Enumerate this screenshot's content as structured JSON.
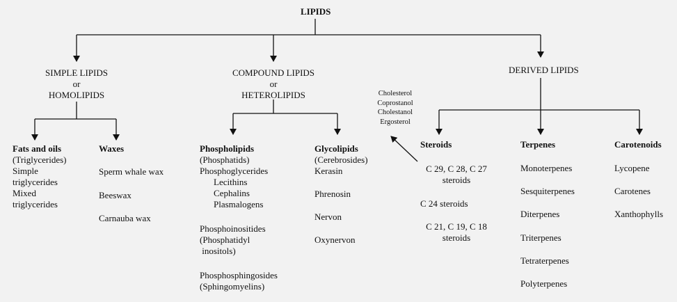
{
  "root": "LIPIDS",
  "simple": {
    "heading": [
      "SIMPLE LIPIDS",
      "or",
      "HOMOLIPIDS"
    ],
    "fats": {
      "title": "Fats and oils",
      "lines": [
        "(Triglycerides)",
        "Simple",
        "triglycerides",
        "Mixed",
        "triglycerides"
      ]
    },
    "waxes": {
      "title": "Waxes",
      "items": [
        "Sperm whale wax",
        "Beeswax",
        "Carnauba wax"
      ]
    }
  },
  "compound": {
    "heading": [
      "COMPOUND LIPIDS",
      "or",
      "HETEROLIPIDS"
    ],
    "phospho": {
      "title": "Phospholipids",
      "sub": "(Phosphatids)",
      "pg": "Phosphoglycerides",
      "pg_items": [
        "Lecithins",
        "Cephalins",
        "Plasmalogens"
      ],
      "pi": [
        "Phosphoinositides",
        "(Phosphatidyl",
        " inositols)"
      ],
      "ps": [
        "Phosphosphingosides",
        "(Sphingomyelins)"
      ]
    },
    "glyco": {
      "title": "Glycolipids",
      "sub": "(Cerebrosides)",
      "items": [
        "Kerasin",
        "Phrenosin",
        "Nervon",
        "Oxynervon"
      ]
    }
  },
  "derived": {
    "heading": "DERIVED LIPIDS",
    "sterols": [
      "Cholesterol",
      "Coprostanol",
      "Cholestanol",
      "Ergosterol"
    ],
    "steroids": {
      "title": "Steroids",
      "items": [
        [
          "C 29, C 28, C 27",
          "steroids"
        ],
        [
          "C 24 steroids"
        ],
        [
          "C 21, C 19, C 18",
          "steroids"
        ]
      ]
    },
    "terpenes": {
      "title": "Terpenes",
      "items": [
        "Monoterpenes",
        "Sesquiterpenes",
        "Diterpenes",
        "Triterpenes",
        "Tetraterpenes",
        "Polyterpenes"
      ]
    },
    "carotenoids": {
      "title": "Carotenoids",
      "items": [
        "Lycopene",
        "Carotenes",
        "Xanthophylls"
      ]
    }
  }
}
